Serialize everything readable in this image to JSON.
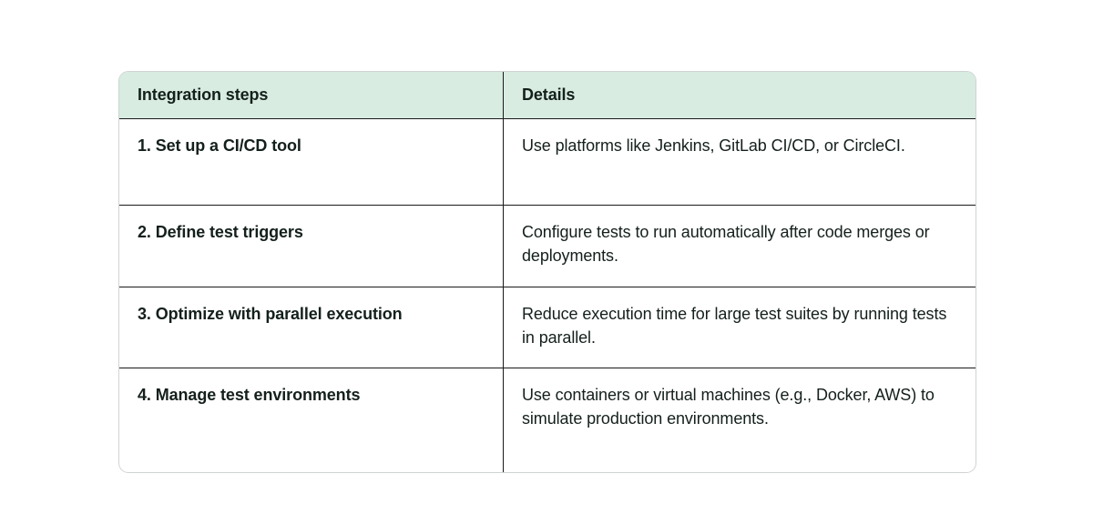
{
  "table": {
    "columns": [
      {
        "key": "steps",
        "label": "Integration steps"
      },
      {
        "key": "details",
        "label": "Details"
      }
    ],
    "rows": [
      {
        "step": "1. Set up a CI/CD tool",
        "detail": "Use platforms like Jenkins, GitLab CI/CD, or CircleCI."
      },
      {
        "step": "2. Define test triggers",
        "detail": "Configure tests to run automatically after code merges or deployments."
      },
      {
        "step": "3. Optimize with parallel execution",
        "detail": "Reduce execution time for large test suites by running tests in parallel."
      },
      {
        "step": "4. Manage test environments",
        "detail": "Use containers or virtual machines (e.g., Docker, AWS) to simulate production environments."
      }
    ]
  },
  "colors": {
    "header_background": "#d8ece1",
    "text": "#14201b",
    "border": "#1a1a1a",
    "outer_border": "#cfd4d2",
    "page_background": "#ffffff"
  }
}
